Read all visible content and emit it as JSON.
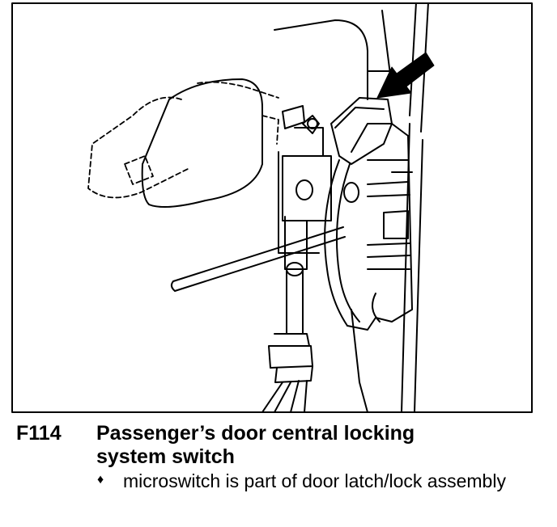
{
  "caption": {
    "code": "F114",
    "title": "Passenger’s door central locking system switch",
    "bullet_icon": "diamond-bullet-icon",
    "note": "microswitch is part of door latch/lock assembly"
  },
  "illustration": {
    "subject": "door latch with microswitch",
    "pointer_icon": "black-arrow-icon"
  }
}
